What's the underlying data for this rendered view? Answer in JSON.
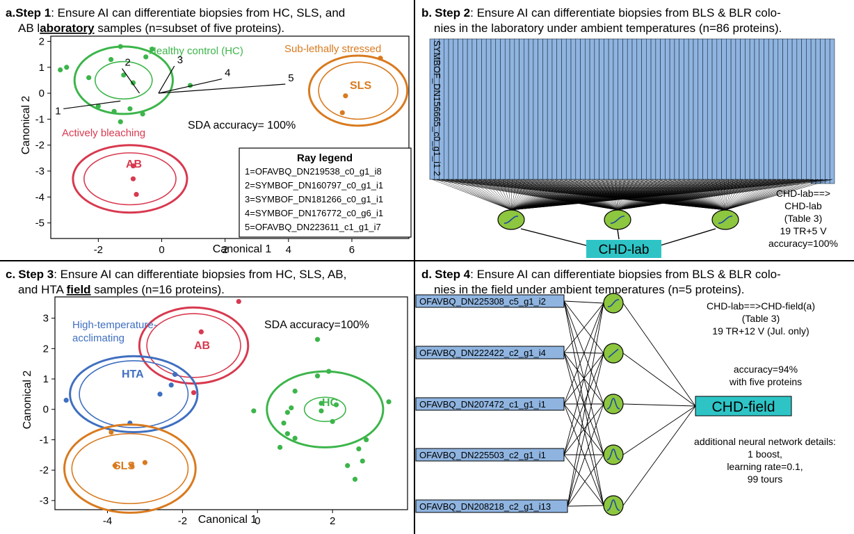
{
  "panels": {
    "a": {
      "label": "a.",
      "step": "Step 1",
      "title_line1": ": Ensure AI can differentiate biopsies from HC, SLS, and",
      "title_line2_pre": "AB l",
      "title_line2_emph": "aboratory",
      "title_line2_post": " samples (n=subset of five proteins).",
      "xlabel": "Canonical 1",
      "ylabel": "Canonical 2",
      "sda_text": "SDA accuracy= 100%",
      "group_labels": {
        "hc": "Healthy control (HC)",
        "sls_long": "Sub-lethally stressed",
        "sls": "SLS",
        "ab_long": "Actively bleaching",
        "ab": "AB"
      },
      "ray_legend_title": "Ray legend",
      "ray_legend": [
        "1=OFAVBQ_DN219538_c0_g1_i8",
        "2=SYMBOF_DN160797_c0_g1_i1",
        "3=SYMBOF_DN181266_c0_g1_i1",
        "4=SYMBOF_DN176772_c0_g6_i1",
        "5=OFAVBQ_DN223611_c1_g1_i7"
      ],
      "ray_numbers": [
        "1",
        "2",
        "3",
        "4",
        "5"
      ]
    },
    "b": {
      "label": "b.",
      "step": "Step 2",
      "title_line1": ": Ensure AI can differentiate biopsies from BLS & BLR colo-",
      "title_line2": "nies in the laboratory under ambient temperatures (n=86 proteins).",
      "first_protein": "SYMBOF_DN156665_c0_g1_i1 2",
      "output": "CHD-lab",
      "note_lines": [
        "CHD-lab==>",
        "CHD-lab",
        "(Table 3)",
        "19 TR+5 V",
        "accuracy=100%"
      ]
    },
    "c": {
      "label": "c.",
      "step": "Step 3",
      "title_line1": ": Ensure AI can differentiate biopsies from HC, SLS, AB,",
      "title_line2_pre": "and HTA ",
      "title_line2_emph": "field",
      "title_line2_post": " samples (n=16 proteins).",
      "xlabel": "Canonical 1",
      "ylabel": "Canonical 2",
      "sda_text": "SDA accuracy=100%",
      "group_labels": {
        "hta_long1": "High-temperature-",
        "hta_long2": "acclimating",
        "hta": "HTA",
        "ab": "AB",
        "hc": "HC",
        "sls": "SLS"
      }
    },
    "d": {
      "label": "d.",
      "step": "Step 4",
      "title_line1": ": Ensure AI can differentiate biopsies from BLS & BLR colo-",
      "title_line2": "nies in the field under ambient temperatures (n=5 proteins).",
      "inputs": [
        "OFAVBQ_DN225308_c5_g1_i2",
        "OFAVBQ_DN222422_c2_g1_i4",
        "OFAVBQ_DN207472_c1_g1_i1",
        "OFAVBQ_DN225503_c2_g1_i1",
        "OFAVBQ_DN208218_c2_g1_i13"
      ],
      "output": "CHD-field",
      "note1_lines": [
        "CHD-lab==>CHD-field(a)",
        "(Table 3)",
        "19 TR+12 V (Jul. only)"
      ],
      "note2_lines": [
        "accuracy=94%",
        "with five proteins"
      ],
      "note3_lines": [
        "additional neural network details:",
        "1 boost,",
        "learning rate=0.1,",
        "99 tours"
      ]
    }
  },
  "colors": {
    "hc": "#3cb54a",
    "sls": "#d97a1e",
    "ab": "#d8394f",
    "hta": "#3f6fc0",
    "protein_box": "#8fb4e0",
    "node": "#8dc63f",
    "output": "#2ec4c6"
  },
  "chart_data": [
    {
      "type": "scatter",
      "panel": "a",
      "xlabel": "Canonical 1",
      "ylabel": "Canonical 2",
      "xlim": [
        -3.5,
        7.8
      ],
      "ylim": [
        -5.6,
        2.2
      ],
      "xticks": [
        -2,
        0,
        2,
        4,
        6
      ],
      "yticks": [
        2,
        1,
        0,
        -1,
        -2,
        -3,
        -4,
        -5
      ],
      "series": [
        {
          "name": "Healthy control (HC)",
          "color": "#3cb54a",
          "points": [
            [
              -3.2,
              0.9
            ],
            [
              -3.0,
              1.0
            ],
            [
              -2.3,
              0.6
            ],
            [
              -1.6,
              1.3
            ],
            [
              -1.3,
              1.8
            ],
            [
              -1.2,
              0.7
            ],
            [
              -0.9,
              0.4
            ],
            [
              -0.5,
              1.4
            ],
            [
              -0.3,
              1.7
            ],
            [
              -2.0,
              -0.5
            ],
            [
              -1.5,
              -0.7
            ],
            [
              -1.3,
              -1.1
            ],
            [
              -1.0,
              -0.6
            ],
            [
              -0.6,
              -0.8
            ],
            [
              0.9,
              0.3
            ]
          ],
          "centroid": [
            -1.2,
            0.5
          ],
          "inner_r": [
            0.9,
            0.72
          ],
          "outer_r": [
            1.55,
            1.3
          ]
        },
        {
          "name": "Sub-lethally stressed",
          "color": "#d97a1e",
          "points": [
            [
              6.9,
              1.35
            ],
            [
              5.8,
              -0.1
            ],
            [
              5.7,
              -0.75
            ]
          ],
          "centroid": [
            6.2,
            0.1
          ],
          "inner_r": [
            1.25,
            1.1
          ],
          "outer_r": [
            1.55,
            1.35
          ]
        },
        {
          "name": "Actively bleaching",
          "color": "#d8394f",
          "points": [
            [
              -0.9,
              -2.8
            ],
            [
              -0.9,
              -3.3
            ],
            [
              -0.8,
              -3.9
            ]
          ],
          "centroid": [
            -1.0,
            -3.3
          ],
          "inner_r": [
            1.45,
            1.0
          ],
          "outer_r": [
            1.8,
            1.3
          ]
        }
      ],
      "rays": [
        {
          "id": "1",
          "from": [
            -1.3,
            -0.3
          ],
          "to": [
            -3.1,
            -0.6
          ]
        },
        {
          "id": "2",
          "from": [
            -0.7,
            0.0
          ],
          "to": [
            -1.25,
            0.95
          ]
        },
        {
          "id": "3",
          "from": [
            -0.1,
            0.0
          ],
          "to": [
            0.4,
            1.05
          ]
        },
        {
          "id": "4",
          "from": [
            -0.1,
            0.0
          ],
          "to": [
            1.9,
            0.55
          ]
        },
        {
          "id": "5",
          "from": [
            -0.1,
            0.0
          ],
          "to": [
            3.9,
            0.35
          ]
        }
      ]
    },
    {
      "type": "scatter",
      "panel": "c",
      "xlabel": "Canonical 1",
      "ylabel": "Canonical 2",
      "xlim": [
        -5.4,
        4.0
      ],
      "ylim": [
        -3.3,
        3.7
      ],
      "xticks": [
        -4,
        -2,
        0,
        2
      ],
      "yticks": [
        3,
        2,
        1,
        0,
        -1,
        -2,
        -3
      ],
      "series": [
        {
          "name": "AB",
          "color": "#d8394f",
          "points": [
            [
              -0.5,
              3.55
            ],
            [
              -1.5,
              2.55
            ],
            [
              -1.7,
              0.55
            ]
          ],
          "centroid": [
            -1.7,
            2.1
          ],
          "inner_r": [
            1.25,
            1.05
          ],
          "outer_r": [
            1.45,
            1.25
          ]
        },
        {
          "name": "High-temperature-acclimating (HTA)",
          "color": "#3f6fc0",
          "points": [
            [
              -5.1,
              0.3
            ],
            [
              -2.2,
              1.15
            ],
            [
              -2.3,
              0.8
            ],
            [
              -2.6,
              0.5
            ],
            [
              -3.4,
              -0.45
            ]
          ],
          "centroid": [
            -3.3,
            0.5
          ],
          "inner_r": [
            1.45,
            1.1
          ],
          "outer_r": [
            1.7,
            1.25
          ]
        },
        {
          "name": "HC",
          "color": "#3cb54a",
          "points": [
            [
              1.6,
              2.3
            ],
            [
              1.9,
              1.25
            ],
            [
              1.6,
              1.1
            ],
            [
              1.0,
              0.6
            ],
            [
              0.9,
              0.05
            ],
            [
              1.7,
              0.2
            ],
            [
              1.7,
              -0.05
            ],
            [
              2.1,
              0.15
            ],
            [
              0.8,
              -0.1
            ],
            [
              0.7,
              -0.45
            ],
            [
              0.8,
              -0.8
            ],
            [
              1.0,
              -0.95
            ],
            [
              0.6,
              -1.25
            ],
            [
              2.0,
              -0.4
            ],
            [
              3.5,
              0.25
            ],
            [
              2.9,
              -1.0
            ],
            [
              2.7,
              -1.3
            ],
            [
              2.8,
              -1.7
            ],
            [
              2.6,
              -2.3
            ],
            [
              -0.1,
              -0.05
            ],
            [
              2.4,
              -1.85
            ]
          ],
          "centroid": [
            1.8,
            0.0
          ],
          "inner_r": [
            0.55,
            0.4
          ],
          "outer_r": [
            1.55,
            1.25
          ]
        },
        {
          "name": "SLS",
          "color": "#d97a1e",
          "points": [
            [
              -3.9,
              -0.75
            ],
            [
              -3.8,
              -1.85
            ],
            [
              -3.35,
              -1.85
            ],
            [
              -3.0,
              -1.75
            ]
          ],
          "centroid": [
            -3.4,
            -1.95
          ],
          "inner_r": [
            1.55,
            1.15
          ],
          "outer_r": [
            1.75,
            1.45
          ]
        }
      ]
    }
  ]
}
